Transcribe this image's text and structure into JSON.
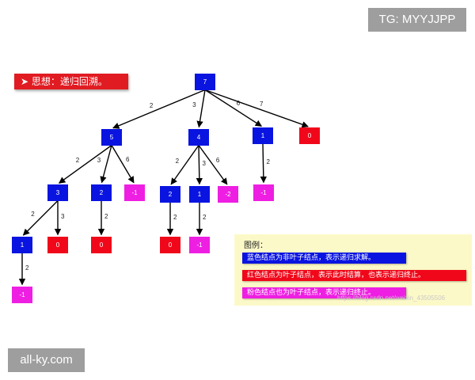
{
  "watermark_top": "TG: MYYJJPP",
  "watermark_bottom": "all-ky.com",
  "title": "➤ 思想：递归回溯。",
  "colors": {
    "blue": "#0a14e0",
    "red": "#f0081a",
    "pink": "#ee1fe2"
  },
  "nodes": [
    {
      "id": "root",
      "value": "7",
      "color": "blue"
    },
    {
      "id": "n5",
      "value": "5",
      "color": "blue"
    },
    {
      "id": "n4",
      "value": "4",
      "color": "blue"
    },
    {
      "id": "n1a",
      "value": "1",
      "color": "blue"
    },
    {
      "id": "n0a",
      "value": "0",
      "color": "red"
    },
    {
      "id": "n3",
      "value": "3",
      "color": "blue"
    },
    {
      "id": "n2a",
      "value": "2",
      "color": "blue"
    },
    {
      "id": "m1a",
      "value": "-1",
      "color": "pink"
    },
    {
      "id": "n2b",
      "value": "2",
      "color": "blue"
    },
    {
      "id": "n1b",
      "value": "1",
      "color": "blue"
    },
    {
      "id": "m2",
      "value": "-2",
      "color": "pink"
    },
    {
      "id": "m1b",
      "value": "-1",
      "color": "pink"
    },
    {
      "id": "n1c",
      "value": "1",
      "color": "blue"
    },
    {
      "id": "n0b",
      "value": "0",
      "color": "red"
    },
    {
      "id": "n0c",
      "value": "0",
      "color": "red"
    },
    {
      "id": "n0d",
      "value": "0",
      "color": "red"
    },
    {
      "id": "m1c",
      "value": "-1",
      "color": "pink"
    },
    {
      "id": "m1d",
      "value": "-1",
      "color": "pink"
    }
  ],
  "edges": [
    {
      "from": "root",
      "to": "n5",
      "label": "2"
    },
    {
      "from": "root",
      "to": "n4",
      "label": "3"
    },
    {
      "from": "root",
      "to": "n1a",
      "label": "6"
    },
    {
      "from": "root",
      "to": "n0a",
      "label": "7"
    },
    {
      "from": "n5",
      "to": "n3",
      "label": "2"
    },
    {
      "from": "n5",
      "to": "n2a",
      "label": "3"
    },
    {
      "from": "n5",
      "to": "m1a",
      "label": "6"
    },
    {
      "from": "n4",
      "to": "n2b",
      "label": "2"
    },
    {
      "from": "n4",
      "to": "n1b",
      "label": "3"
    },
    {
      "from": "n4",
      "to": "m2",
      "label": "6"
    },
    {
      "from": "n1a",
      "to": "m1b",
      "label": "2"
    },
    {
      "from": "n3",
      "to": "n1c",
      "label": "2"
    },
    {
      "from": "n3",
      "to": "n0b",
      "label": "3"
    },
    {
      "from": "n2a",
      "to": "n0c",
      "label": "2"
    },
    {
      "from": "n2b",
      "to": "n0d",
      "label": "2"
    },
    {
      "from": "n1b",
      "to": "m1c",
      "label": "2"
    },
    {
      "from": "n1c",
      "to": "m1d",
      "label": "2"
    }
  ],
  "legend": {
    "title": "图例：",
    "items": [
      {
        "text": "蓝色结点为非叶子结点，表示递归求解。",
        "color": "blue"
      },
      {
        "text": "红色结点为叶子结点，表示此时结算，也表示递归终止。",
        "color": "red"
      },
      {
        "text": "粉色结点也为叶子结点，表示递归终止。",
        "color": "pink"
      }
    ],
    "faint_text": "https://blog.csdn.net/weixin_43505506"
  }
}
